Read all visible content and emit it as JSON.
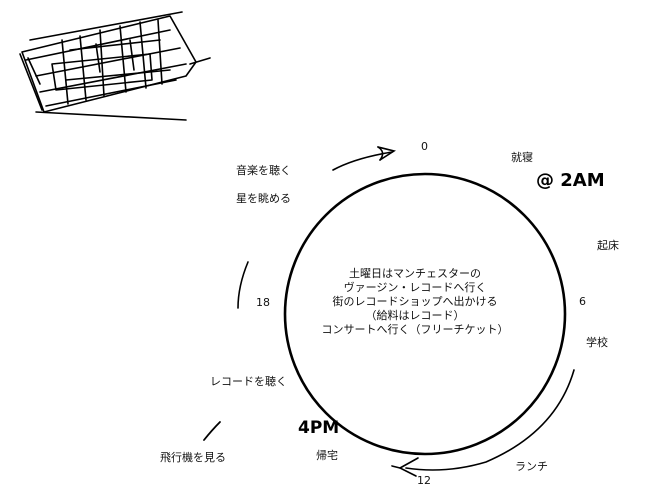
{
  "clock": {
    "ticks": {
      "t0": "0",
      "t6": "6",
      "t12": "12",
      "t18": "18"
    }
  },
  "activities": {
    "sleep": "就寝",
    "wake": "起床",
    "school": "学校",
    "lunch": "ランチ",
    "home": "帰宅",
    "records": "レコードを聴く",
    "planes": "飛行機を見る",
    "music": "音楽を聴く",
    "stars": "星を眺める"
  },
  "center_lines": [
    "土曜日はマンチェスターの",
    "ヴァージン・レコードへ行く",
    "街のレコードショップへ出かける",
    "（給料はレコード）",
    "コンサートへ行く（フリーチケット）"
  ],
  "handwritten": {
    "bedtime": "@ 2AM",
    "home_time": "4PM"
  },
  "colors": {
    "ink": "#111111",
    "background": "#ffffff"
  }
}
